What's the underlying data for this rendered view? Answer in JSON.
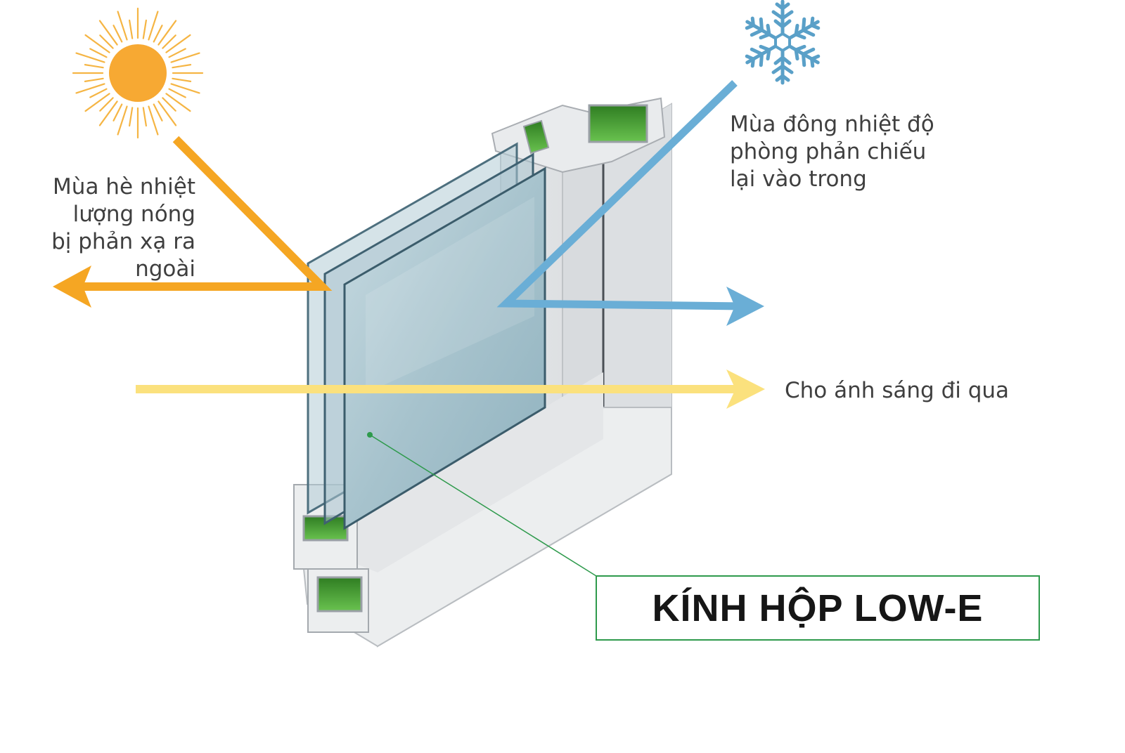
{
  "labels": {
    "summer": [
      "Mùa hè nhiệt",
      "lượng nóng",
      "bị phản xạ ra ngoài"
    ],
    "winter": [
      "Mùa đông nhiệt độ",
      "phòng phản chiếu",
      "lại vào trong"
    ],
    "light": "Cho ánh sáng đi qua"
  },
  "product": {
    "title": "KÍNH HỘP LOW-E"
  },
  "icons": {
    "sun": "sun-icon",
    "snowflake": "snowflake-icon"
  },
  "colors": {
    "summer_arrow": "#f5a623",
    "winter_arrow": "#6aaed6",
    "light_arrow": "#fbe17d",
    "pointer": "#2e9a4c",
    "frame": "#e3e5e7",
    "glass": "#a9c3cd",
    "insulation": "#58b940"
  }
}
